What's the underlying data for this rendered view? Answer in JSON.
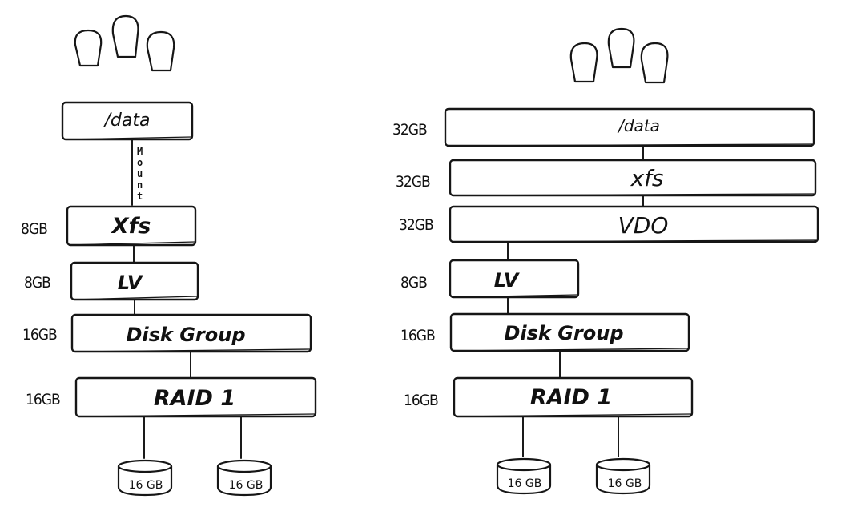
{
  "left": {
    "mount_label": "Mount",
    "layers": [
      {
        "label": "/data",
        "size": ""
      },
      {
        "label": "Xfs",
        "size": "8GB"
      },
      {
        "label": "LV",
        "size": "8GB"
      },
      {
        "label": "Disk Group",
        "size": "16GB"
      },
      {
        "label": "RAID 1",
        "size": "16GB"
      }
    ],
    "disks": [
      "16 GB",
      "16 GB"
    ]
  },
  "right": {
    "layers": [
      {
        "label": "/data",
        "size": "32GB"
      },
      {
        "label": "xfs",
        "size": "32GB"
      },
      {
        "label": "VDO",
        "size": "32GB"
      },
      {
        "label": "LV",
        "size": "8GB"
      },
      {
        "label": "Disk Group",
        "size": "16GB"
      },
      {
        "label": "RAID 1",
        "size": "16GB"
      }
    ],
    "disks": [
      "16 GB",
      "16 GB"
    ]
  }
}
